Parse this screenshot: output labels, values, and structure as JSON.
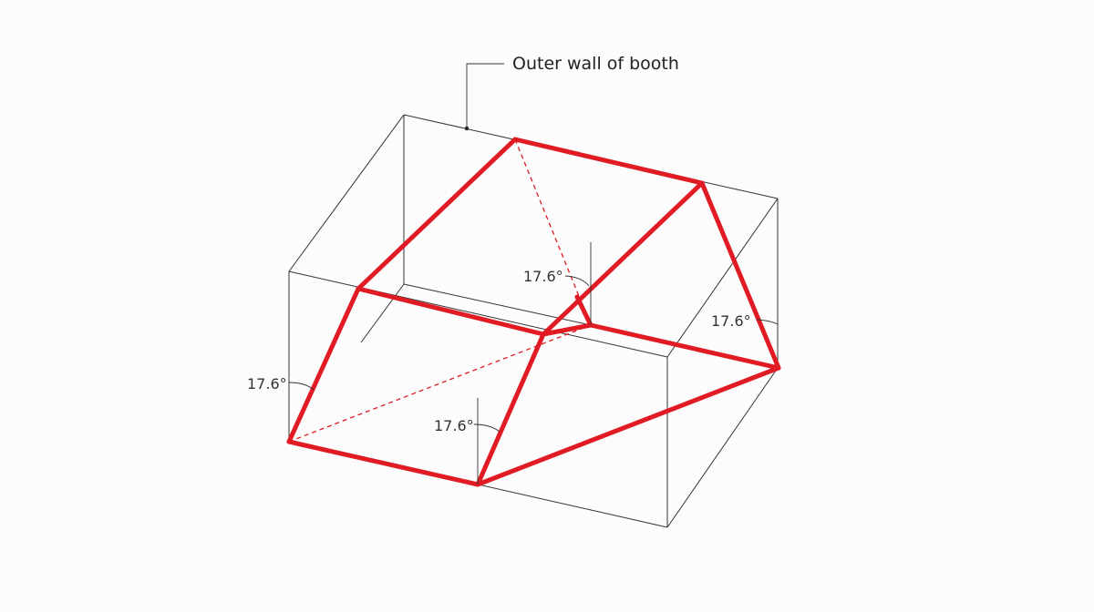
{
  "callout": {
    "text": "Outer wall of booth"
  },
  "angles": {
    "left": "17.6°",
    "front": "17.6°",
    "center": "17.6°",
    "right": "17.6°"
  },
  "colors": {
    "frame": "#e01b24",
    "outline": "#333333",
    "background": "#fcfcfc"
  }
}
